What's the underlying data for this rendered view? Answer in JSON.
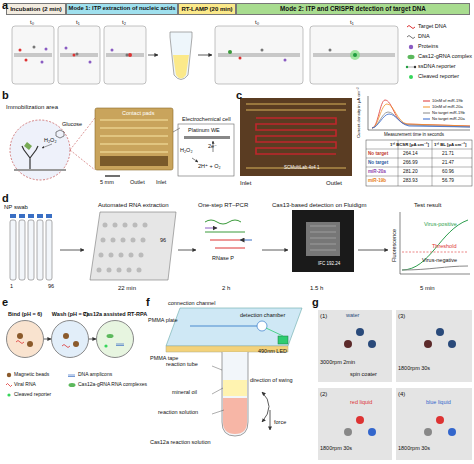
{
  "diagram": {
    "nodes": [
      {
        "text": [
          "Incubation (2 min)"
        ]
      },
      {
        "text": [
          "Mode 1: ITP extraction of nucleic acids"
        ]
      },
      {
        "text": [
          "RT-LAMP (20 min)"
        ]
      },
      {
        "text": [
          "Mode 2: ITP and CRISPR detection of target DNA"
        ]
      },
      {
        "text": [
          "Bind (pH = 6)"
        ]
      },
      {
        "text": [
          "Wash (pH = 7)"
        ]
      },
      {
        "text": [
          "Cas12a assisted RT-RPA"
        ]
      }
    ],
    "edges": [
      {
        "from": 4,
        "to": 5,
        "arrow": "to"
      },
      {
        "from": 5,
        "to": 6,
        "arrow": "to"
      }
    ],
    "labels": [
      "a",
      "t₀",
      "t₁",
      "t₂",
      "t₀",
      "t₁",
      "b",
      "Immobilization area",
      "Glucose",
      "H₂O₂",
      "Contact pads",
      "Electrochemical cell",
      "5 mm",
      "Outlet",
      "Inlet",
      "Platinum WE",
      "2e⁻",
      "H₂O₂",
      "2H⁺ + O₂",
      "c",
      "SCMultiLab 4x4 1",
      "Inlet",
      "Outlet",
      "Current density in µA cm⁻²",
      "Measurement time in seconds",
      "1ˢᵗ BCSR [µA cm⁻²]",
      "1ˢᵗ BL [µA cm⁻²]",
      "No target",
      "264.14",
      "21.71",
      "No target",
      "266.99",
      "21.47",
      "miR-20a",
      "281.20",
      "60.96",
      "miR-19b",
      "283.93",
      "56.79",
      "d",
      "NP swab",
      "1",
      "96",
      "Automated RNA extraction",
      "96",
      "22 min",
      "One-step RT–PCR",
      "RNase P",
      "2 h",
      "Cas13-based detection on Fluidigm",
      "IFC 192.24",
      "1.5 h",
      "Test result",
      "Virus-positive",
      "Threshold",
      "Virus-negative",
      "Fluorescence",
      "5 min",
      "e",
      "f",
      "connection channel",
      "PMMA plate",
      "detection chamber",
      "490nm LED",
      "PMMA tape",
      "reaction tube",
      "mineral oil",
      "reaction solution",
      "Cas12a reaction solution",
      "direction of swing",
      "force",
      "g",
      "(1)",
      "water",
      "3000rpm 2min",
      "spin coater",
      "(3)",
      "1800rpm 30s",
      "(2)",
      "1800rpm 30s",
      "red liquid",
      "(4)",
      "blue liquid",
      "1800rpm 30s"
    ],
    "legend": [
      {
        "text": "Target DNA"
      },
      {
        "text": "DNA"
      },
      {
        "text": "Proteins"
      },
      {
        "text": "Cas12-gRNA complex"
      },
      {
        "text": "ssDNA reporter"
      },
      {
        "text": "Cleaved reporter"
      },
      {
        "text": "10nM of miR-19b"
      },
      {
        "text": "10nM of miR-20a"
      },
      {
        "text": "No target miR-19b"
      },
      {
        "text": "No target miR-20a"
      },
      {
        "text": "Magnetic beads"
      },
      {
        "text": "Viral RNA"
      },
      {
        "text": "DNA amplicons"
      },
      {
        "text": "Cleaved reporter"
      },
      {
        "text": "Cas12a-gRNA RNA complexes"
      }
    ]
  }
}
